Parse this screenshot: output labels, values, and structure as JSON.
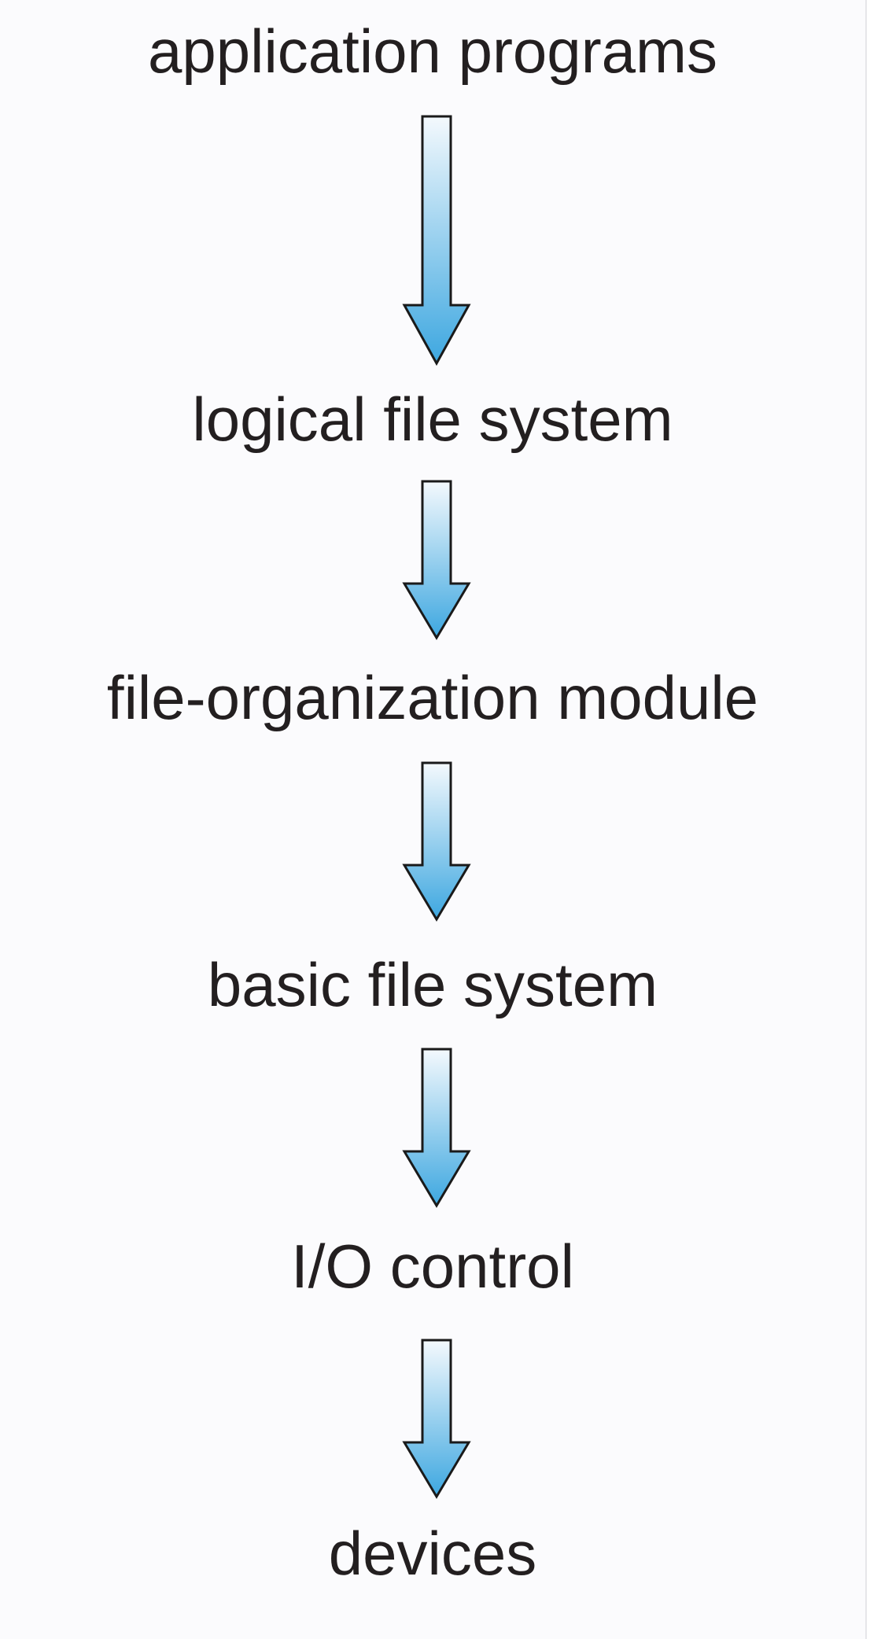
{
  "diagram": {
    "layers": [
      "application programs",
      "logical file system",
      "file-organization module",
      "basic file system",
      "I/O control",
      "devices"
    ],
    "arrow_icon": "down-arrow-icon",
    "colors": {
      "text": "#231f20",
      "arrow_top": "#f4f9fd",
      "arrow_bottom": "#3da7e0",
      "arrow_stroke": "#1a1a1a"
    }
  }
}
